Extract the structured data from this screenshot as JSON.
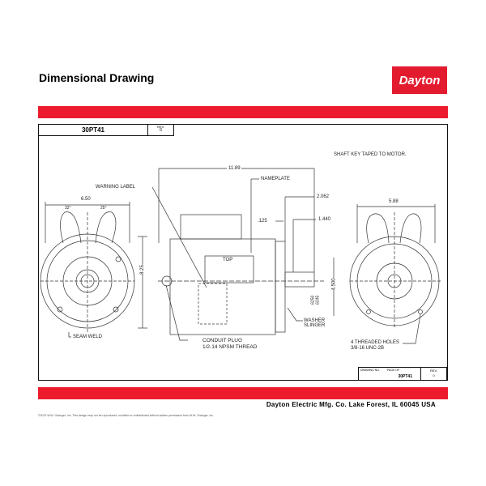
{
  "header": {
    "title": "Dimensional Drawing",
    "logo_text": "Dayton"
  },
  "title_block_top": {
    "model": "30PT41",
    "rev_label": "REV.",
    "rev_value": "0"
  },
  "notes": {
    "shaft_key": "SHAFT KEY TAPED TO MOTOR."
  },
  "dimensions": {
    "overall_length": "11.89",
    "end_width": "6.50",
    "height": "8.25",
    "angle_left": "32°",
    "angle_right": "25°",
    "shaft_ext": "2.062",
    "flat": "1.440",
    "gap": ".125",
    "pilot": "4.500",
    "shaft_dia_1": ".6250",
    "shaft_dia_2": ".6245",
    "bolt_circle": "5.88"
  },
  "labels": {
    "warning_label": "WARNING LABEL",
    "nameplate": "NAMEPLATE",
    "top": "TOP",
    "seam_weld": "SEAM WELD",
    "conduit_plug_1": "CONDUIT PLUG",
    "conduit_plug_2": "1/2-14 NPSM THREAD",
    "washer_1": "WASHER",
    "washer_2": "SLINGER",
    "holes_1": "4 THREADED HOLES",
    "holes_2": "3/8-16 UNC-2B"
  },
  "title_block_bottom": {
    "drawing_no_label": "DRAWING NO.",
    "page_label": "PAGE  OF",
    "drawing_no": "30PT41",
    "rev_label": "REV.",
    "rev_value": "0"
  },
  "footer": {
    "company": "Dayton Electric Mfg. Co.  Lake Forest, IL  60045  USA",
    "copyright": "©2013 W.W. Grainger, Inc.   This design may not be reproduced, modified or redistributed without written permission from W.W. Grainger, Inc."
  },
  "colors": {
    "brand_red": "#e31b2f"
  }
}
